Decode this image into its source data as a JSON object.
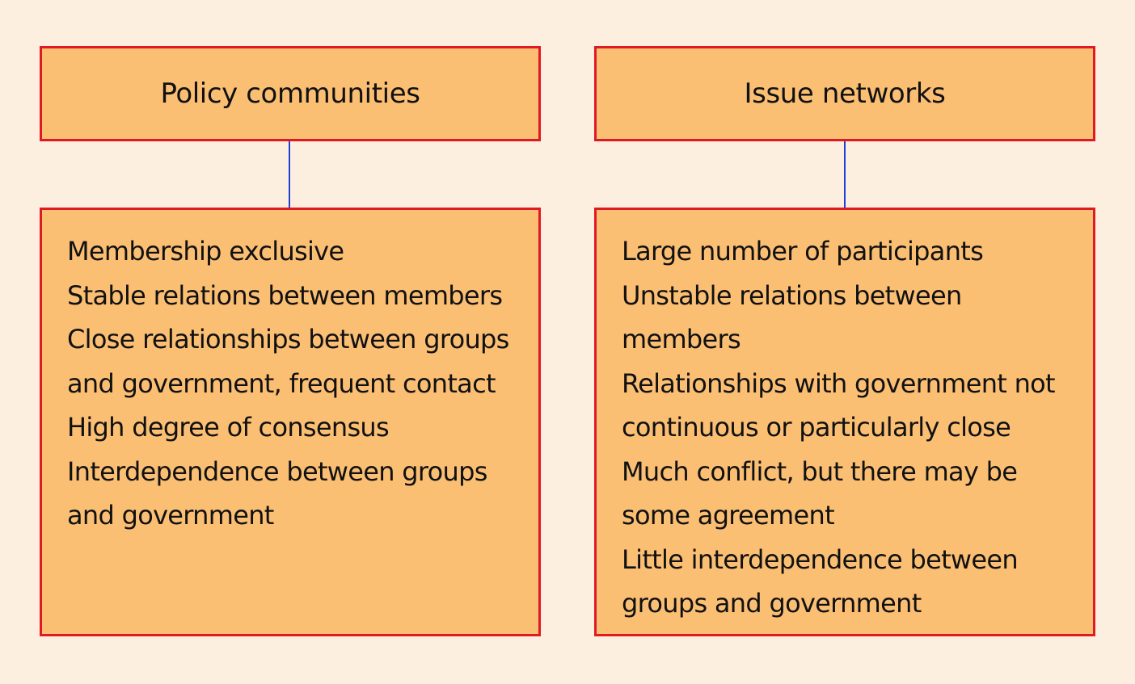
{
  "diagram": {
    "left": {
      "title": "Policy communities",
      "items": [
        "Membership exclusive",
        "Stable relations between members",
        "Close relationships between groups and government, frequent contact",
        "High degree of consensus",
        "Interdependence between groups and government"
      ]
    },
    "right": {
      "title": "Issue networks",
      "items": [
        "Large number of participants",
        "Unstable relations between members",
        "Relationships with government not continuous or particularly close",
        "Much conflict, but there may be some agreement",
        "Little interdependence between groups and government"
      ]
    }
  },
  "colors": {
    "background": "#fdefe0",
    "box_fill": "#fbbf74",
    "box_border": "#e01a22",
    "connector": "#1f3fd6"
  }
}
